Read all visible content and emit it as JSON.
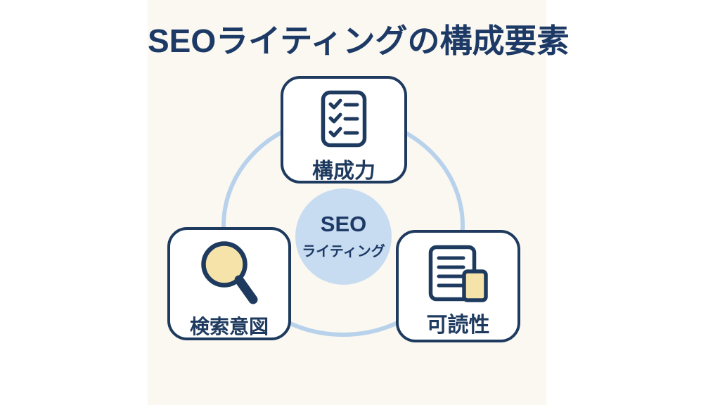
{
  "title": "SEOライティングの構成要素",
  "center_circle": {
    "top": "SEO",
    "bottom": "ライティング"
  },
  "nodes": [
    {
      "id": "structure",
      "label": "構成力",
      "icon": "checklist-icon"
    },
    {
      "id": "search-intent",
      "label": "検索意図",
      "icon": "magnifying-glass-icon"
    },
    {
      "id": "readability",
      "label": "可読性",
      "icon": "document-icon"
    }
  ],
  "colors": {
    "navy": "#1E3A5E",
    "title_navy": "#1D3A66",
    "ring_blue": "#B9D2EC",
    "center_circle_fill": "#C8DCF1",
    "cream_accent": "#F6E3A9",
    "canvas_background": "#FAF8F1",
    "card_background": "#FFFFFF"
  }
}
